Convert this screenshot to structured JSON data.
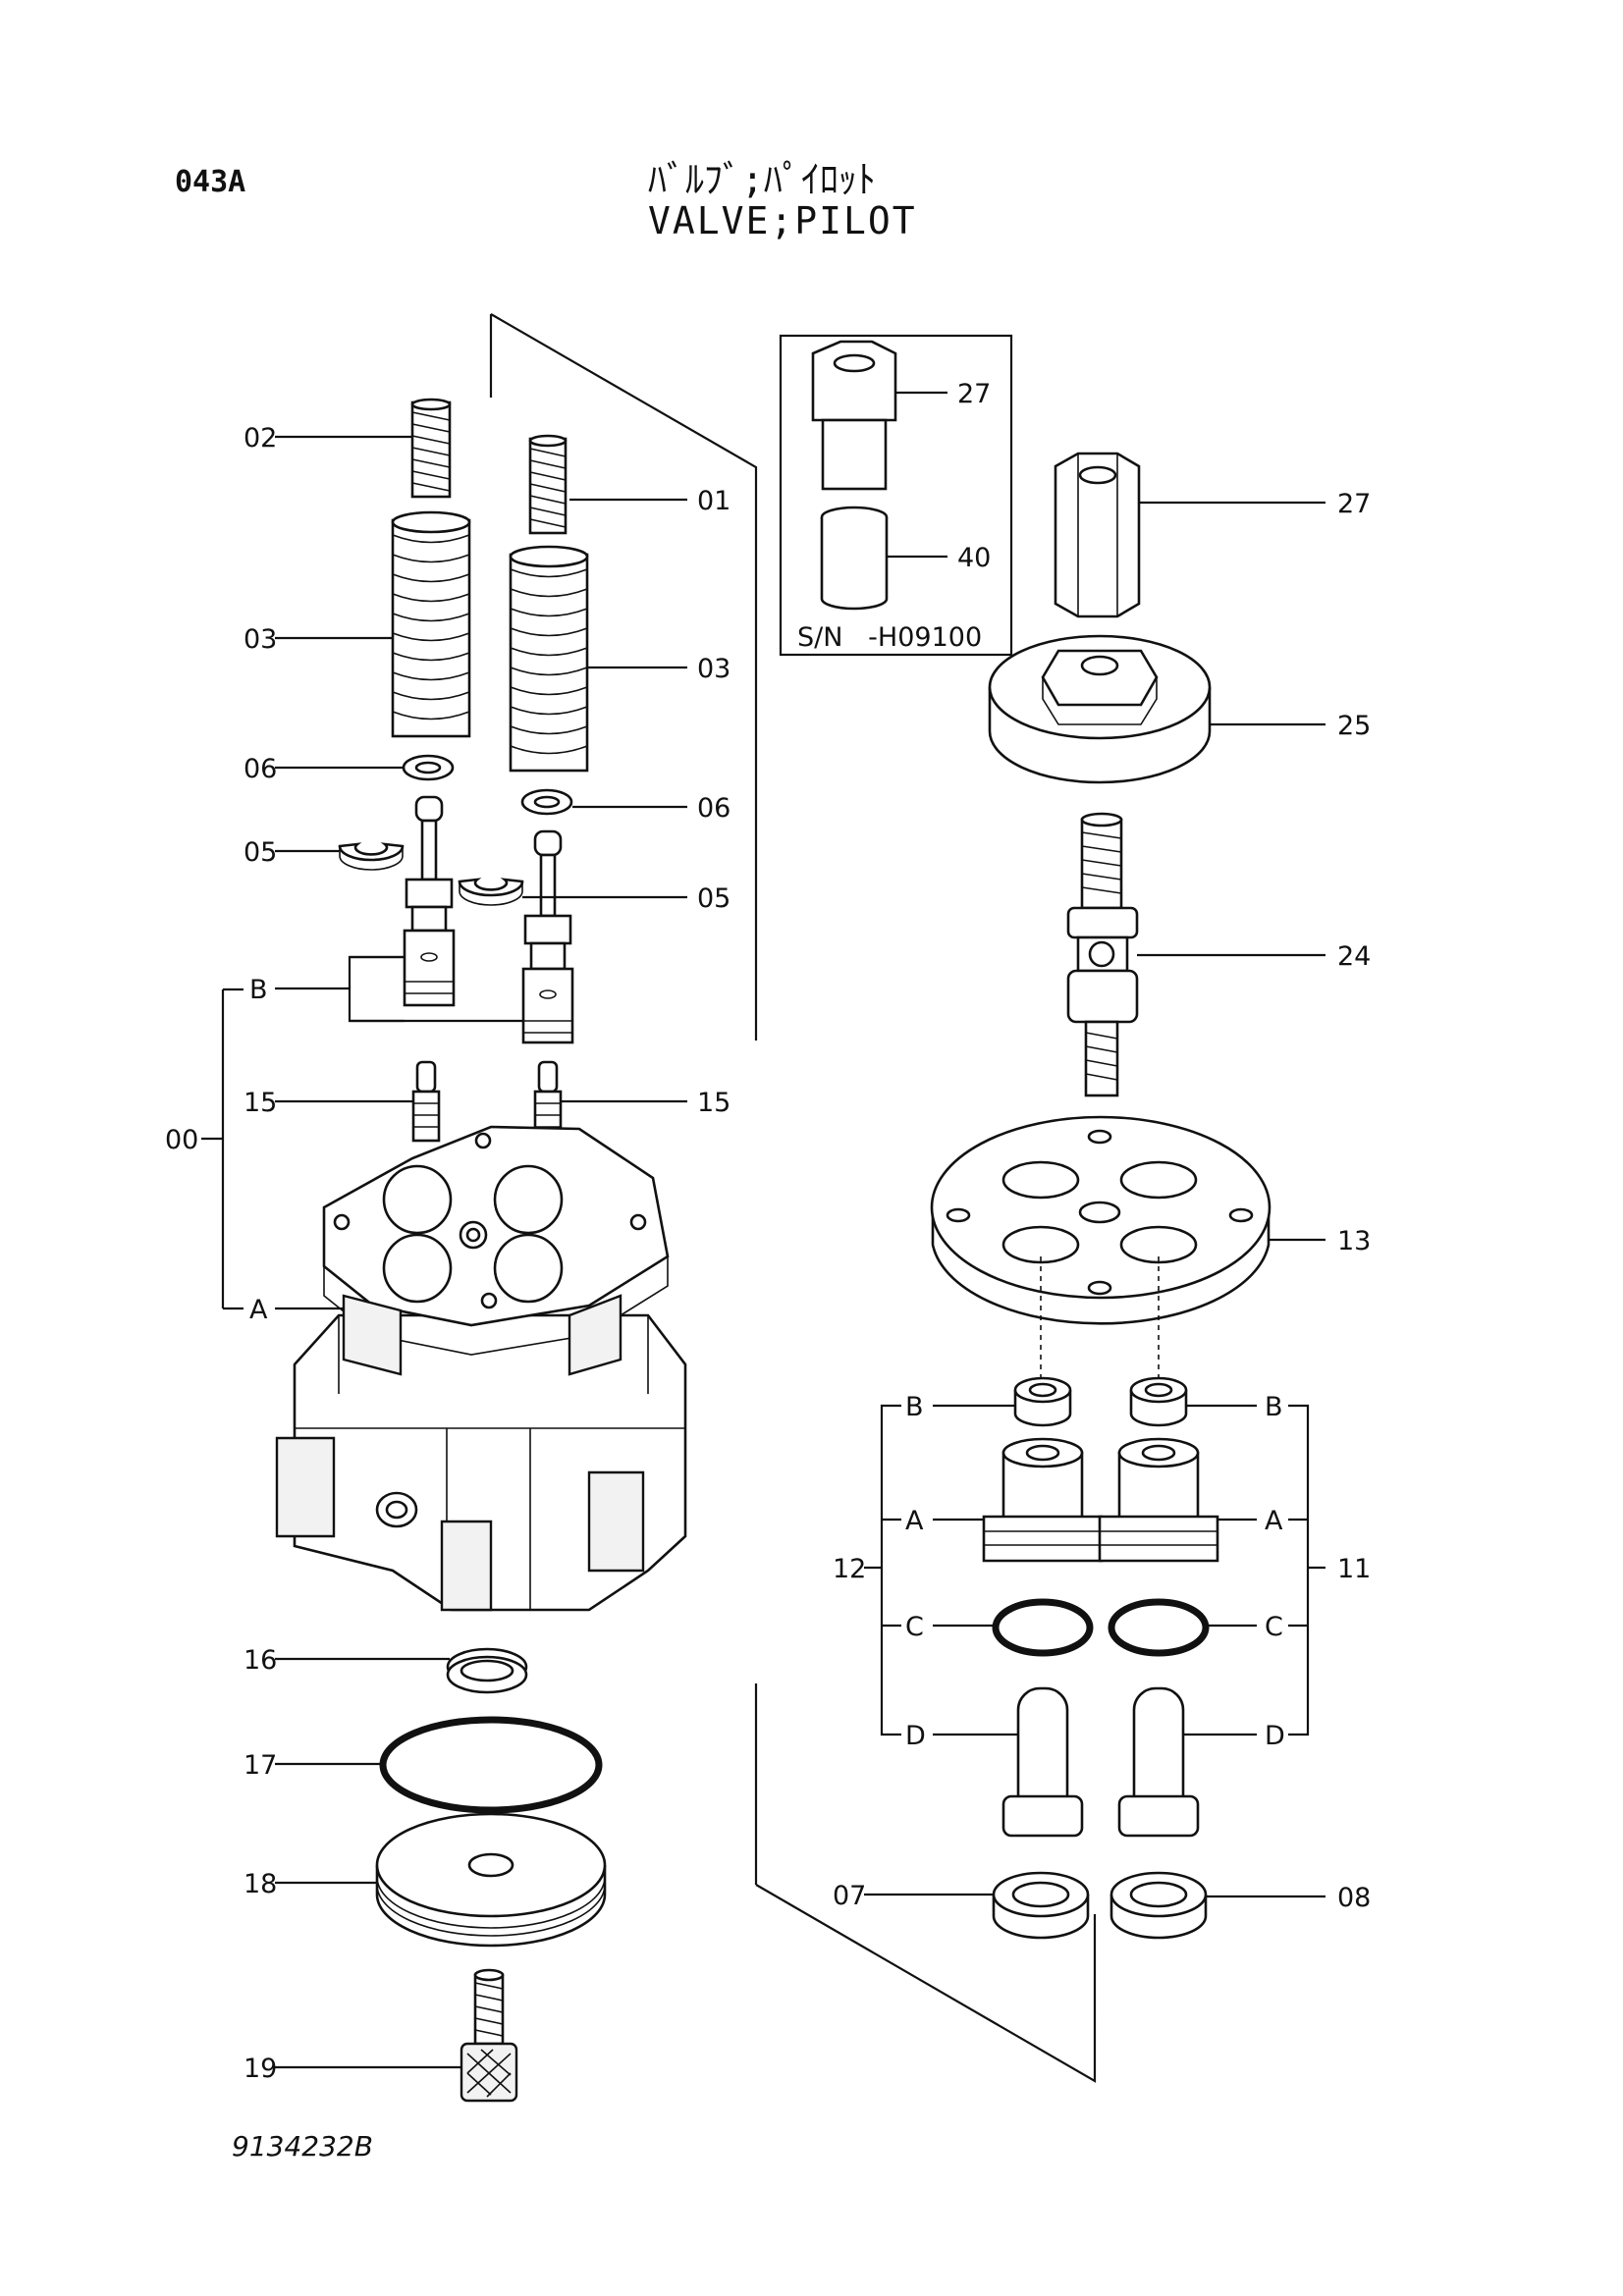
{
  "header": {
    "page_code": "043A",
    "title_jp": "ﾊﾞﾙﾌﾞ;ﾊﾟｲﾛｯﾄ",
    "title_en": "VALVE;PILOT"
  },
  "drawing_number": "9134232B",
  "inset": {
    "serial_note": "S/N   -H09100",
    "callouts": [
      "27",
      "40"
    ]
  },
  "callouts": {
    "c01": "01",
    "c02": "02",
    "c03_left": "03",
    "c03_right": "03",
    "c06_left": "06",
    "c06_right": "06",
    "c05_left": "05",
    "c05_right": "05",
    "bracket_b": "B",
    "c00": "00",
    "c15_left": "15",
    "c15_right": "15",
    "bracket_a": "A",
    "c16": "16",
    "c17": "17",
    "c18": "18",
    "c19": "19",
    "c27": "27",
    "c25": "25",
    "c24": "24",
    "c13": "13",
    "c12": "12",
    "c11": "11",
    "left_b": "B",
    "left_a": "A",
    "left_c": "C",
    "left_d": "D",
    "right_b": "B",
    "right_a": "A",
    "right_c": "C",
    "right_d": "D",
    "c07": "07",
    "c08": "08"
  }
}
